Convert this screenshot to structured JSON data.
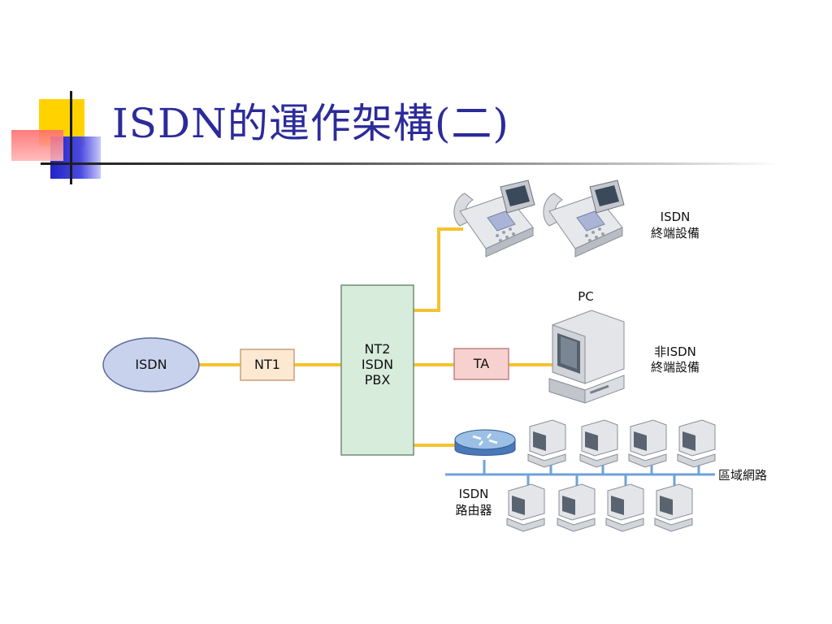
{
  "slide": {
    "title": "ISDN的運作架構(二)"
  },
  "diagram": {
    "isdn_cloud": "ISDN",
    "nt1": "NT1",
    "nt2_pbx": [
      "NT2",
      "ISDN",
      "PBX"
    ],
    "ta": "TA",
    "pc": "PC",
    "isdn_terminal": [
      "ISDN",
      "終端設備"
    ],
    "non_isdn_device": [
      "非ISDN",
      "終端設備"
    ],
    "lan": "區域網路",
    "isdn_router": [
      "ISDN",
      "路由器"
    ]
  },
  "colors": {
    "title": "#2b2b9a",
    "link_line": "#f5c230",
    "lan_line": "#6fa2d8",
    "nt1_fill": "#fde9d2",
    "nt2_fill": "#d7ecda",
    "ta_fill": "#f7d1cf",
    "cloud_fill": "#c8d2ec"
  },
  "icons": [
    "telephone-icon",
    "computer-icon",
    "router-icon",
    "workstation-icon"
  ]
}
